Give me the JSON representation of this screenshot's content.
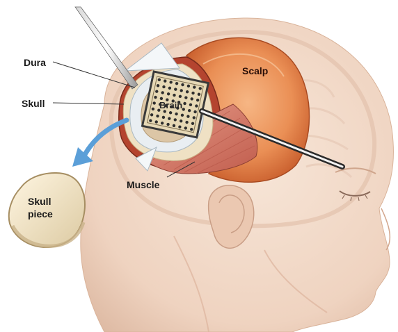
{
  "labels": {
    "dura": "Dura",
    "skull": "Skull",
    "scalp": "Scalp",
    "brain": "Brain",
    "muscle": "Muscle",
    "skull_piece_line1": "Skull",
    "skull_piece_line2": "piece"
  },
  "colors": {
    "skin": "#f2d9c8",
    "skin_shadow": "#e2bda6",
    "scalp_flap": "#e98a52",
    "muscle": "#d77a6a",
    "skull_bone": "#f3e6c8",
    "dura": "#e8eef2",
    "brain": "#d9c3a4",
    "arrow": "#5b9fd8"
  }
}
